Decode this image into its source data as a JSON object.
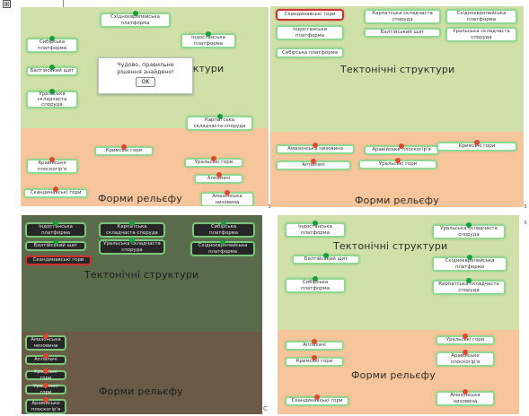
{
  "colors": {
    "green_zone": "#cfe0a8",
    "orange_zone": "#f7c59b",
    "dark_green_zone": "#5a6b4c",
    "dark_orange_zone": "#6b5a47",
    "selected_border": "#d23030",
    "card_border": "#8fd88f",
    "dot_green": "#1a9d3a",
    "dot_red": "#e0482c"
  },
  "toolbar": {
    "plus_icon": "⊞"
  },
  "labels": {
    "tectonic": "Тектонічні структури",
    "relief": "Форми рельєфу"
  },
  "modal": {
    "line1": "Чудово, правильне",
    "line2": "рішення знайдено!",
    "ok": "OK"
  },
  "cards": {
    "east_european": "Східноєвропейська платформа",
    "siberian": "Сибірська платформа",
    "indostan": "Індостанська платформа",
    "baltic": "Балтійський щит",
    "ural_fold": "Уральська складчаста споруда",
    "carpathian_fold": "Карпатська складчаста споруда",
    "crimean": "Кримські гори",
    "arabian": "Аравійське плоскогір'я",
    "ural_mts": "Уральські гори",
    "appalachians": "Аппалачі",
    "scandinavian": "Скандинавські гори",
    "amazon": "Амазонська низовина"
  },
  "side_marks": {
    "m1": "з",
    "m2": "з",
    "m3": "з",
    "m4": "С"
  }
}
